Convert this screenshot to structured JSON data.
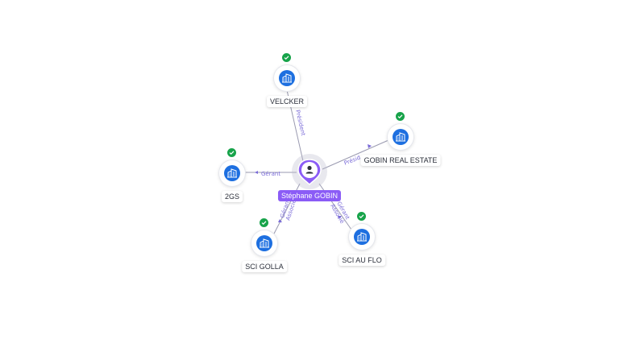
{
  "center": {
    "name": "Stéphane GOBIN",
    "icon": "person-icon"
  },
  "companies": [
    {
      "id": "velcker",
      "name": "VELCKER",
      "icon": "building-icon",
      "status": "check-icon"
    },
    {
      "id": "gobin-real-estate",
      "name": "GOBIN REAL ESTATE",
      "icon": "building-icon",
      "status": "check-icon"
    },
    {
      "id": "2gs",
      "name": "2GS",
      "icon": "building-icon",
      "status": "check-icon"
    },
    {
      "id": "sci-golla",
      "name": "SCI GOLLA",
      "icon": "building-icon",
      "status": "check-icon"
    },
    {
      "id": "sci-au-flo",
      "name": "SCI AU FLO",
      "icon": "building-icon",
      "status": "check-icon"
    }
  ],
  "relations": [
    {
      "to": "velcker",
      "label": "Président"
    },
    {
      "to": "gobin-real-estate",
      "label": "Présid"
    },
    {
      "to": "2gs",
      "label": "Gérant"
    },
    {
      "to": "sci-golla",
      "label": "Gérant"
    },
    {
      "to": "sci-golla",
      "label": "Associé"
    },
    {
      "to": "sci-au-flo",
      "label": "Gérant"
    },
    {
      "to": "sci-au-flo",
      "label": "Associé"
    }
  ],
  "colors": {
    "company": "#1d6fe0",
    "verified": "#17a34a",
    "person": "#8b5cf6",
    "edge_label": "#7a6bd8"
  }
}
